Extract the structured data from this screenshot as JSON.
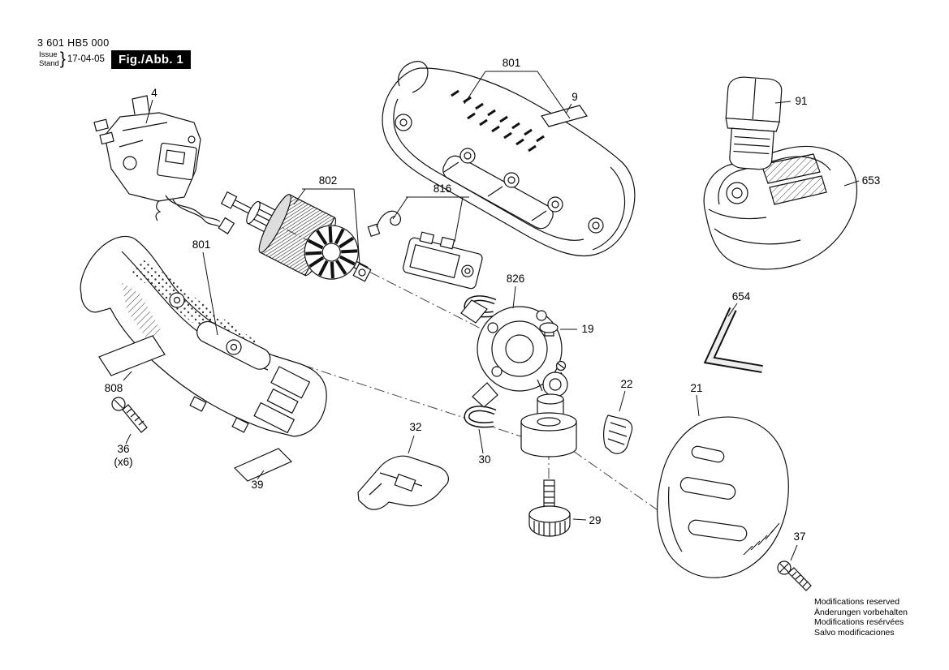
{
  "header": {
    "model_number": "3 601 HB5 000",
    "issue_label": "Issue",
    "stand_label": "Stand",
    "brace": "}",
    "date": "17-04-05",
    "figure_label": "Fig./Abb. 1"
  },
  "callouts": {
    "part_4": "4",
    "part_801_top": "801",
    "part_9": "9",
    "part_91": "91",
    "part_653": "653",
    "part_802": "802",
    "part_816": "816",
    "part_826": "826",
    "part_654": "654",
    "part_19": "19",
    "part_22": "22",
    "part_21": "21",
    "part_801_bottom": "801",
    "part_808": "808",
    "part_36": "36",
    "part_36_qty": "(x6)",
    "part_39": "39",
    "part_32": "32",
    "part_30": "30",
    "part_29": "29",
    "part_37": "37"
  },
  "footer": {
    "lines": [
      "Modifications reserved",
      "Änderungen vorbehalten",
      "Modifications resérvées",
      "Salvo modificaciones"
    ]
  },
  "colors": {
    "ink": "#111111",
    "figure_box_bg": "#000000",
    "background": "#ffffff"
  }
}
